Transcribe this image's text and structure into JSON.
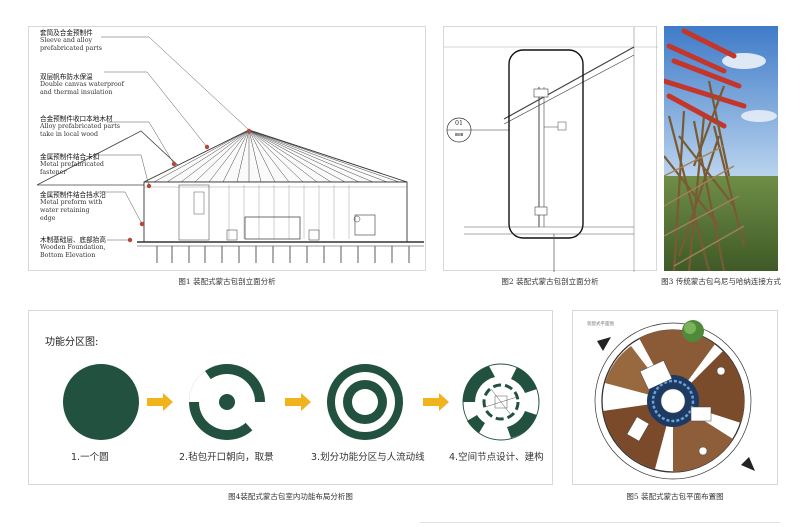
{
  "fig1": {
    "caption": "图1 装配式蒙古包剖立面分析",
    "labels": [
      {
        "zh": "套筒及合金预制件",
        "en1": "Sleeve and alloy",
        "en2": "prefabricated parts",
        "en3": ""
      },
      {
        "zh": "双层帆布防水保温",
        "en1": "Double canvas waterproof",
        "en2": "and thermal insulation",
        "en3": ""
      },
      {
        "zh": "合金预制件收口本地木材",
        "en1": "Alloy prefabricated parts",
        "en2": "take in local wood",
        "en3": ""
      },
      {
        "zh": "金属预制件结合卡扣",
        "en1": "Metal prefabricated",
        "en2": "fastener",
        "en3": ""
      },
      {
        "zh": "金属预制件结合挡水沿",
        "en1": "Metal preform with",
        "en2": "water retaining",
        "en3": "edge"
      },
      {
        "zh": "木制基础层、底部抬高",
        "en1": "Wooden Foundation,",
        "en2": "Bottom Elevation",
        "en3": ""
      }
    ]
  },
  "fig2": {
    "caption": "图2 装配式蒙古包剖立面分析",
    "node_top": "01",
    "node_bottom": "⊞⊞"
  },
  "fig3": {
    "caption": "图3 传统蒙古包乌尼与哈纳连接方式"
  },
  "fig4": {
    "caption": "图4装配式蒙古包室内功能布局分析图",
    "title": "功能分区图:",
    "steps": [
      "1.一个圆",
      "2.毡包开口朝向，取景",
      "3.划分功能分区与人流动线",
      "4.空间节点设计、建构"
    ],
    "colors": {
      "green": "#23513f",
      "arrow": "#f0b21d"
    }
  },
  "fig5": {
    "caption": "图5 装配式蒙古包平面布置图",
    "plan_title": "装配式平面图"
  }
}
